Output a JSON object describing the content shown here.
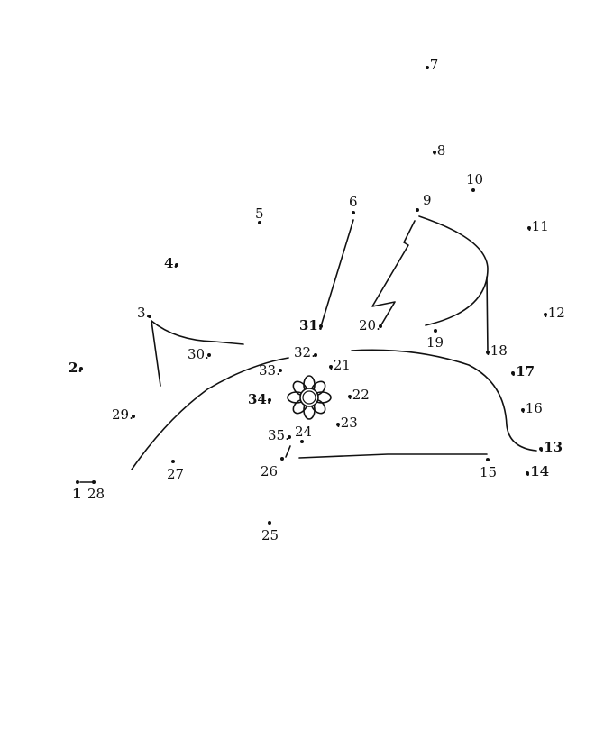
{
  "puzzle": {
    "type": "connect-the-dots",
    "colors": {
      "ink": "#111111",
      "paper": "#ffffff"
    },
    "dots": [
      {
        "label": "1"
      },
      {
        "label": "2."
      },
      {
        "label": "3."
      },
      {
        "label": "4."
      },
      {
        "label": "5"
      },
      {
        "label": "6"
      },
      {
        "label": ".7"
      },
      {
        "label": ".8"
      },
      {
        "label": "9"
      },
      {
        "label": "10"
      },
      {
        "label": ".11"
      },
      {
        "label": ".12"
      },
      {
        "label": ".13"
      },
      {
        "label": ".14"
      },
      {
        "label": "15"
      },
      {
        "label": ".16"
      },
      {
        "label": ".17"
      },
      {
        "label": ".18"
      },
      {
        "label": "19"
      },
      {
        "label": "20."
      },
      {
        "label": ".21"
      },
      {
        "label": ".22"
      },
      {
        "label": ".23"
      },
      {
        "label": "24"
      },
      {
        "label": "25"
      },
      {
        "label": "26"
      },
      {
        "label": "27"
      },
      {
        "label": "28"
      },
      {
        "label": "29."
      },
      {
        "label": "30."
      },
      {
        "label": "31."
      },
      {
        "label": "32."
      },
      {
        "label": "33."
      },
      {
        "label": "34."
      },
      {
        "label": "35."
      }
    ]
  }
}
